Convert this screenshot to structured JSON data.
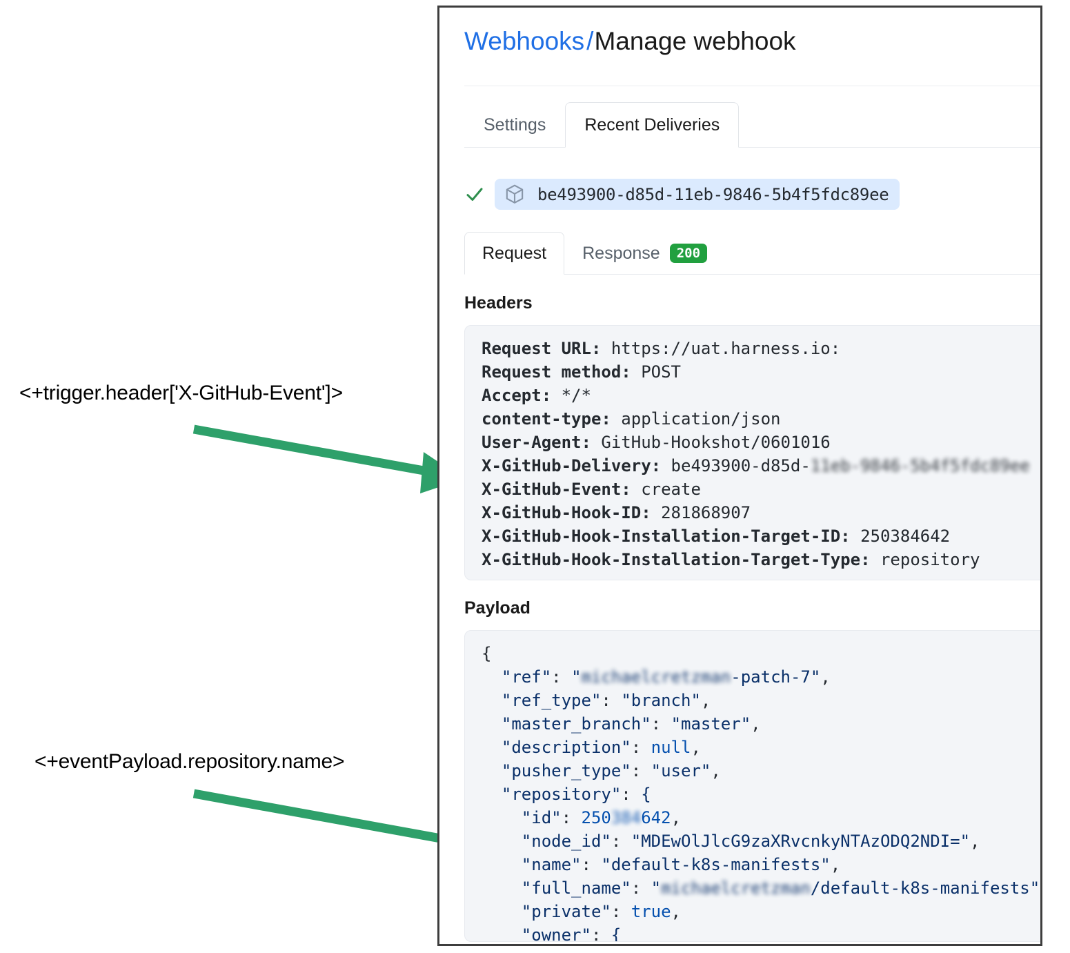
{
  "annotations": [
    {
      "id": "trigger-header",
      "text": "<+trigger.header['X-GitHub-Event']>"
    },
    {
      "id": "event-payload",
      "text": "<+eventPayload.repository.name>"
    }
  ],
  "colors": {
    "arrow_green": "#2ea06a",
    "link_blue": "#1f6fe5",
    "badge_green": "#21a03f",
    "chip_blue": "#dbeafe",
    "code_bg": "#f3f5f8"
  },
  "panel": {
    "breadcrumb": {
      "link": "Webhooks",
      "separator": "/",
      "current": "Manage webhook"
    },
    "outer_tabs": [
      {
        "label": "Settings",
        "active": false
      },
      {
        "label": "Recent Deliveries",
        "active": true
      }
    ],
    "delivery": {
      "status_icon": "check-icon",
      "package_icon": "cube-icon",
      "guid": "be493900-d85d-11eb-9846-5b4f5fdc89ee"
    },
    "inner_tabs": [
      {
        "label": "Request",
        "active": true,
        "badge": null
      },
      {
        "label": "Response",
        "active": false,
        "badge": "200"
      }
    ],
    "headers_section": {
      "title": "Headers",
      "rows": [
        {
          "key": "Request URL:",
          "value": "https://uat.harness.io:",
          "redacted": false
        },
        {
          "key": "Request method:",
          "value": "POST",
          "redacted": false
        },
        {
          "key": "Accept:",
          "value": "*/*",
          "redacted": false
        },
        {
          "key": "content-type:",
          "value": "application/json",
          "redacted": false
        },
        {
          "key": "User-Agent:",
          "value": "GitHub-Hookshot/0601016",
          "redacted": false
        },
        {
          "key": "X-GitHub-Delivery:",
          "value": "be493900-d85d-",
          "redacted": true,
          "redacted_value": "11eb-9846-5b4f5fdc89ee"
        },
        {
          "key": "X-GitHub-Event:",
          "value": "create",
          "redacted": false
        },
        {
          "key": "X-GitHub-Hook-ID:",
          "value": "281868907",
          "redacted": false
        },
        {
          "key": "X-GitHub-Hook-Installation-Target-ID:",
          "value": "250384642",
          "redacted": false
        },
        {
          "key": "X-GitHub-Hook-Installation-Target-Type:",
          "value": "repository",
          "redacted": false
        }
      ]
    },
    "payload_section": {
      "title": "Payload",
      "lines": [
        {
          "indent": 0,
          "text": "{"
        },
        {
          "indent": 1,
          "key": "\"ref\"",
          "value": "\"michaelcretzman-patch-7\"",
          "redacted_part": "michaelcretzman",
          "trailing": ","
        },
        {
          "indent": 1,
          "key": "\"ref_type\"",
          "value": "\"branch\"",
          "trailing": ","
        },
        {
          "indent": 1,
          "key": "\"master_branch\"",
          "value": "\"master\"",
          "trailing": ","
        },
        {
          "indent": 1,
          "key": "\"description\"",
          "value": "null",
          "literal": true,
          "trailing": ","
        },
        {
          "indent": 1,
          "key": "\"pusher_type\"",
          "value": "\"user\"",
          "trailing": ","
        },
        {
          "indent": 1,
          "key": "\"repository\"",
          "value": "{",
          "open": true
        },
        {
          "indent": 2,
          "key": "\"id\"",
          "value": "250384642",
          "number": true,
          "redacted_part": "384",
          "trailing": ","
        },
        {
          "indent": 2,
          "key": "\"node_id\"",
          "value": "\"MDEwOlJlcG9zaXRvcnkyNTAzODQ2NDI=\"",
          "trailing": ","
        },
        {
          "indent": 2,
          "key": "\"name\"",
          "value": "\"default-k8s-manifests\"",
          "trailing": ","
        },
        {
          "indent": 2,
          "key": "\"full_name\"",
          "value": "\"michaelcretzman/default-k8s-manifests\"",
          "redacted_part": "michaelcretzman",
          "trailing": ","
        },
        {
          "indent": 2,
          "key": "\"private\"",
          "value": "true",
          "literal": true,
          "trailing": ","
        },
        {
          "indent": 2,
          "key": "\"owner\"",
          "value": "{",
          "open": true
        }
      ]
    }
  }
}
